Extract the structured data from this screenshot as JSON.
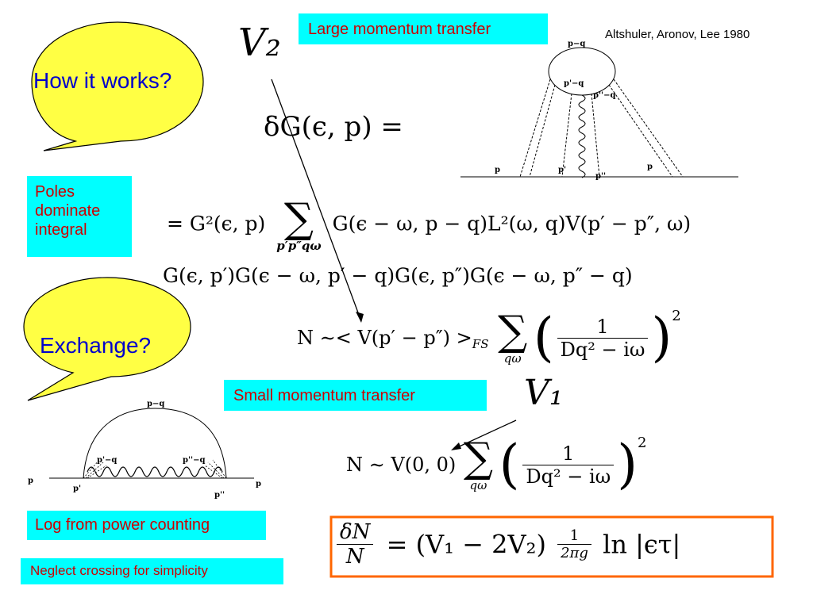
{
  "labels": {
    "large_momentum": "Large momentum transfer",
    "citation": "Altshuler, Aronov, Lee 1980",
    "poles": [
      "Poles",
      "dominate",
      "integral"
    ],
    "small_momentum": "Small momentum transfer",
    "log_power": "Log from power counting",
    "neglect": "Neglect crossing for simplicity"
  },
  "bubbles": {
    "how_it_works": "How it works?",
    "exchange": "Exchange?"
  },
  "math": {
    "v2": "V₂",
    "v1": "V₁",
    "dG_lhs": "δG(ϵ, p) =",
    "line2_pre": "= G²(ϵ, p)",
    "line2_sum_sub": "p′p″qω",
    "line2_post": "G(ϵ − ω, p − q)L²(ω, q)V(p′ − p″, ω)",
    "line3": "G(ϵ, p′)G(ϵ − ω, p′ − q)G(ϵ, p″)G(ϵ − ω, p″ − q)",
    "n1_pre": "N ∼< V(p′ − p″) >",
    "n1_fs": "FS",
    "sum_sub_qw": "qω",
    "frac_num": "1",
    "frac_den": "Dq² − iω",
    "power": "2",
    "n2_pre": "N ∼ V(0, 0)",
    "result_frac_num": "δN",
    "result_frac_den": "N",
    "result_mid": "= (V₁ − 2V₂)",
    "result_small_num": "1",
    "result_small_den": "2πg",
    "result_log": "ln |ϵτ|"
  },
  "diagram_top": {
    "labels": [
      "p−q",
      "p'−q",
      "p''−q",
      "p",
      "p'",
      "p''",
      "p"
    ]
  },
  "diagram_bottom": {
    "labels": [
      "p−q",
      "p'−q",
      "p''−q",
      "p",
      "p'",
      "p''",
      "p"
    ]
  },
  "colors": {
    "box": "#00ffff",
    "bubble": "#ffff44",
    "label_text": "#cc0000",
    "bubble_text": "#0000cc",
    "result_border": "#ff6600"
  }
}
